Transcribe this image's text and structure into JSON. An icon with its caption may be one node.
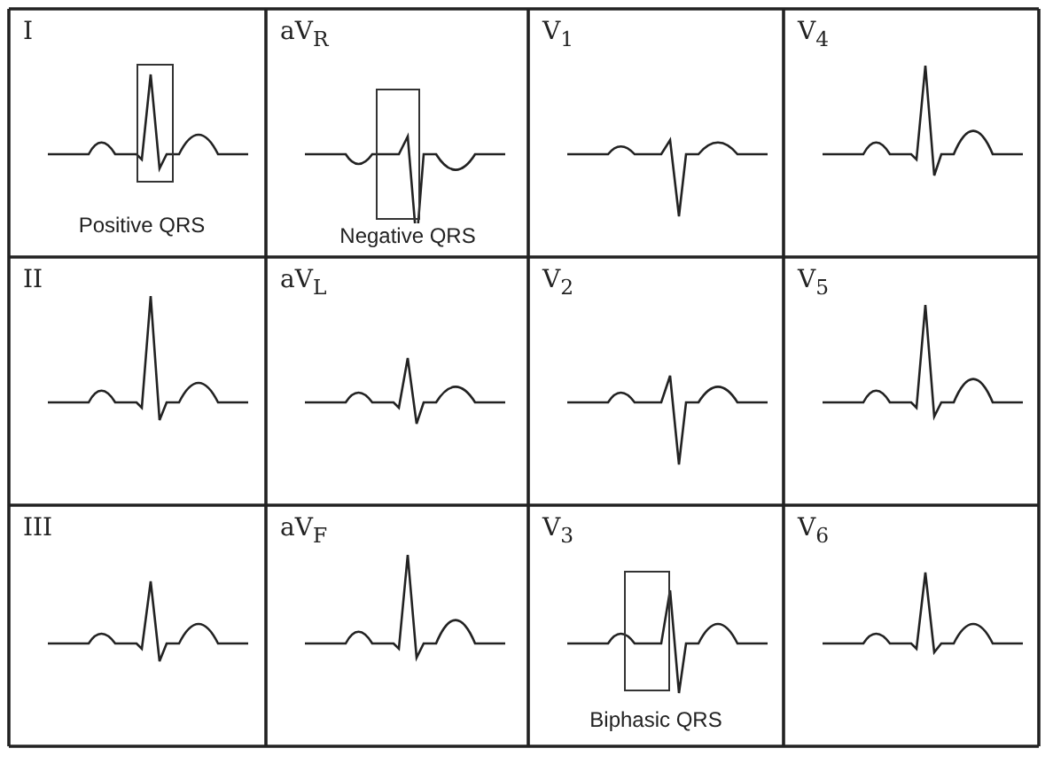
{
  "diagram": {
    "nodes": [
      {
        "text": [
          "Positive QRS"
        ]
      },
      {
        "text": [
          "Negative QRS"
        ]
      },
      {
        "text": [
          "Biphasic QRS"
        ]
      }
    ],
    "labels": [
      "I",
      "aV$_{R}$",
      "V$_{1}$",
      "V$_{4}$",
      "II",
      "aV$_{L}$",
      "V$_{2}$",
      "V$_{5}$",
      "III",
      "aV$_{F}$",
      "V$_{3}$",
      "V$_{6}$"
    ]
  }
}
